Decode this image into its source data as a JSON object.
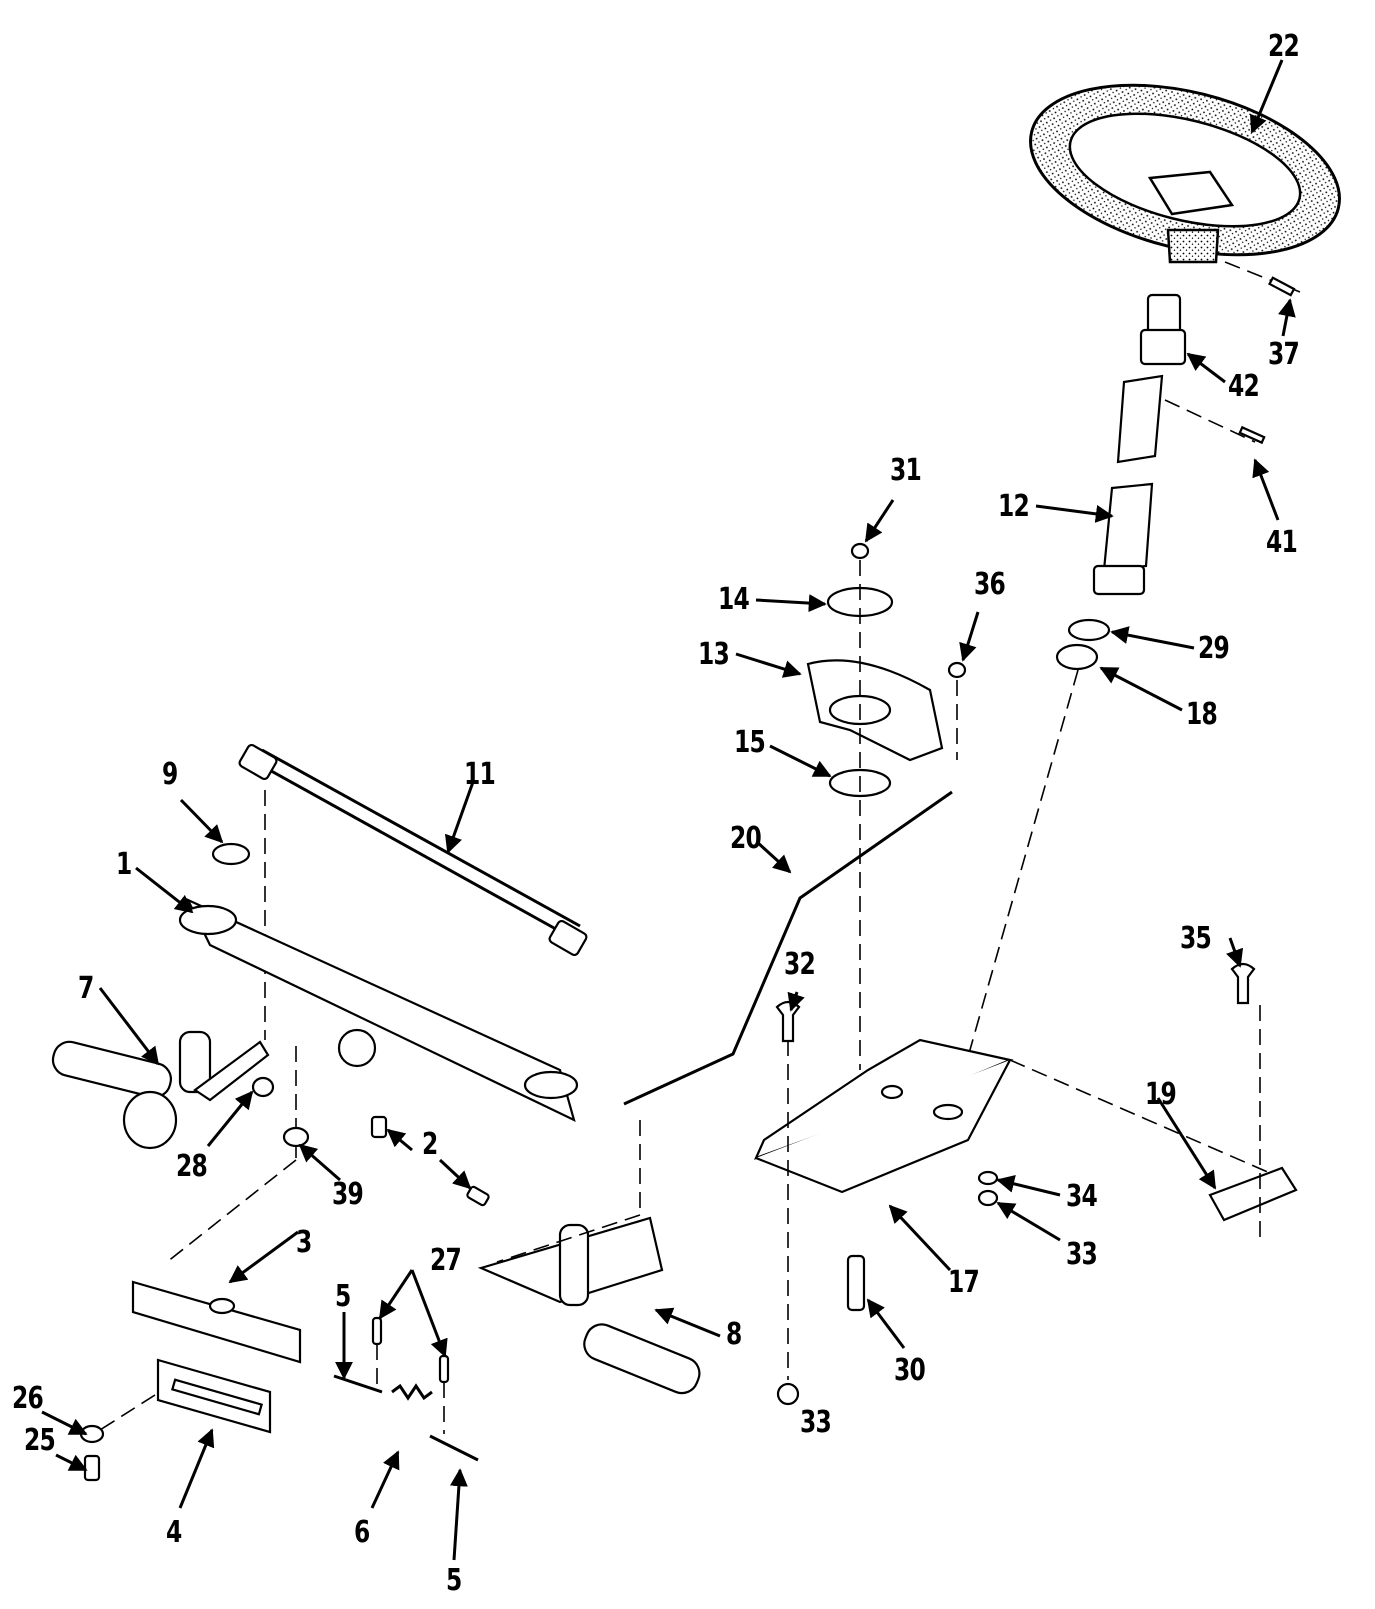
{
  "diagram": {
    "callouts": [
      {
        "id": "c22",
        "text": "22"
      },
      {
        "id": "c37",
        "text": "37"
      },
      {
        "id": "c42",
        "text": "42"
      },
      {
        "id": "c41",
        "text": "41"
      },
      {
        "id": "c12",
        "text": "12"
      },
      {
        "id": "c31",
        "text": "31"
      },
      {
        "id": "c14",
        "text": "14"
      },
      {
        "id": "c36",
        "text": "36"
      },
      {
        "id": "c13",
        "text": "13"
      },
      {
        "id": "c29",
        "text": "29"
      },
      {
        "id": "c18",
        "text": "18"
      },
      {
        "id": "c15",
        "text": "15"
      },
      {
        "id": "c9",
        "text": "9"
      },
      {
        "id": "c11",
        "text": "11"
      },
      {
        "id": "c20",
        "text": "20"
      },
      {
        "id": "c1",
        "text": "1"
      },
      {
        "id": "c7",
        "text": "7"
      },
      {
        "id": "c32",
        "text": "32"
      },
      {
        "id": "c35",
        "text": "35"
      },
      {
        "id": "c19",
        "text": "19"
      },
      {
        "id": "c28",
        "text": "28"
      },
      {
        "id": "c39",
        "text": "39"
      },
      {
        "id": "c2",
        "text": "2"
      },
      {
        "id": "c34",
        "text": "34"
      },
      {
        "id": "c33a",
        "text": "33"
      },
      {
        "id": "c17",
        "text": "17"
      },
      {
        "id": "c3",
        "text": "3"
      },
      {
        "id": "c27",
        "text": "27"
      },
      {
        "id": "c5a",
        "text": "5"
      },
      {
        "id": "c8",
        "text": "8"
      },
      {
        "id": "c33b",
        "text": "33"
      },
      {
        "id": "c30",
        "text": "30"
      },
      {
        "id": "c26",
        "text": "26"
      },
      {
        "id": "c25",
        "text": "25"
      },
      {
        "id": "c4",
        "text": "4"
      },
      {
        "id": "c6",
        "text": "6"
      },
      {
        "id": "c5b",
        "text": "5"
      }
    ]
  }
}
